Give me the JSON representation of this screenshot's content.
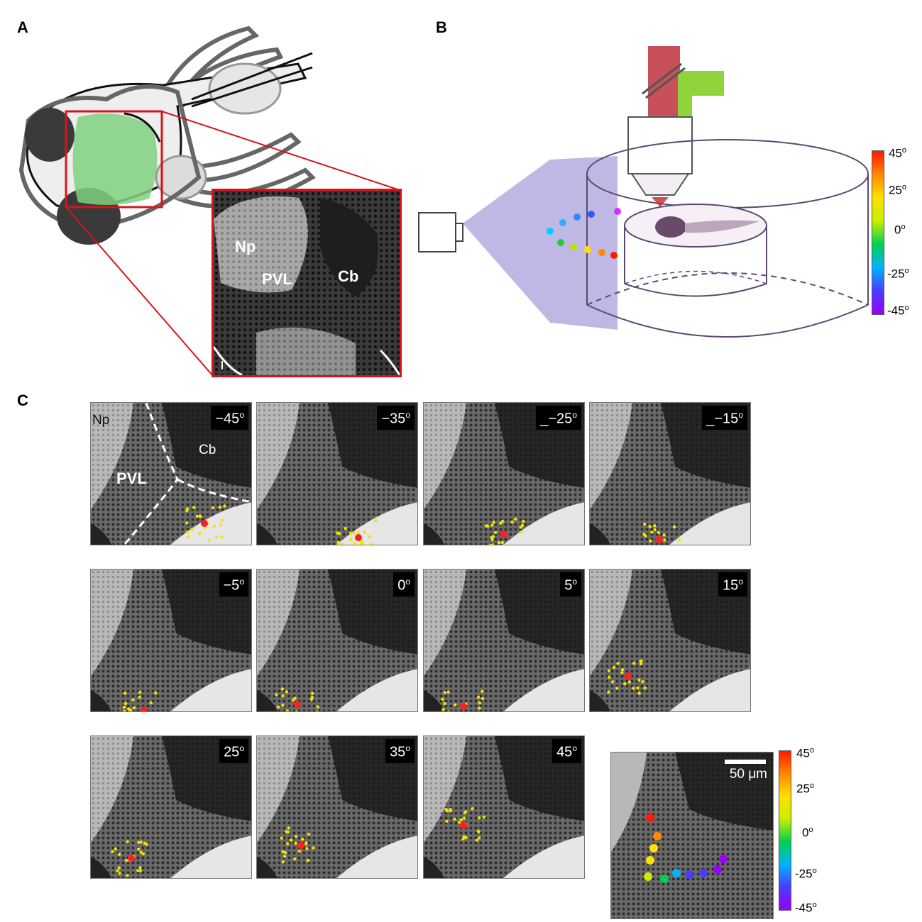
{
  "panels": {
    "a": {
      "letter": "A",
      "inset_labels": {
        "np": "Np",
        "pvl": "PVL",
        "cb": "Cb"
      }
    },
    "b": {
      "letter": "B",
      "colorbar": {
        "ticks": [
          {
            "label": "45",
            "unit": "o"
          },
          {
            "label": "25",
            "unit": "o"
          },
          {
            "label": "0",
            "unit": "o"
          },
          {
            "label": "-25",
            "unit": "o"
          },
          {
            "label": "-45",
            "unit": "o"
          }
        ]
      }
    },
    "c": {
      "letter": "C",
      "labels": {
        "np": "Np",
        "pvl": "PVL",
        "cb": "Cb"
      },
      "tiles": [
        {
          "angle": "−45",
          "unit": "o"
        },
        {
          "angle": "−35",
          "unit": "o"
        },
        {
          "angle": "_−25",
          "unit": "o"
        },
        {
          "angle": "_−15",
          "unit": "o"
        },
        {
          "angle": "−5",
          "unit": "o"
        },
        {
          "angle": "0",
          "unit": "o"
        },
        {
          "angle": "5",
          "unit": "o"
        },
        {
          "angle": "15",
          "unit": "o"
        },
        {
          "angle": "25",
          "unit": "o"
        },
        {
          "angle": "35",
          "unit": "o"
        },
        {
          "angle": "45",
          "unit": "o"
        }
      ],
      "scale_bar": "50 μm",
      "colorbar": {
        "ticks": [
          {
            "label": "45",
            "unit": "o"
          },
          {
            "label": "25",
            "unit": "o"
          },
          {
            "label": "0",
            "unit": "o"
          },
          {
            "label": "-25",
            "unit": "o"
          },
          {
            "label": "-45",
            "unit": "o"
          }
        ]
      }
    }
  },
  "colors": {
    "outline_red": "#d8141b",
    "brain_green": "#7fd07f",
    "screen_purple": "#a9a0dc",
    "laser_red": "#c8505a",
    "laser_green": "#8fd43a",
    "cell_yellow": "#f2e400",
    "center_red": "#ff2020"
  },
  "colorbar_gradient": [
    "#9900ff",
    "#4a3cff",
    "#00b4ff",
    "#00d050",
    "#c8ee00",
    "#ffe000",
    "#ff8800",
    "#ff1a00"
  ]
}
